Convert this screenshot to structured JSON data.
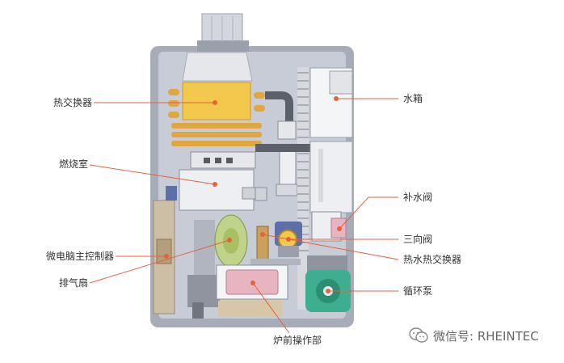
{
  "labels_left": {
    "heat_exchanger": "热交换器",
    "combustion_chamber": "燃烧室",
    "controller": "微电脑主控制器",
    "exhaust_fan": "排气扇"
  },
  "labels_right": {
    "water_tank": "水箱",
    "refill_valve": "补水阀",
    "three_way_valve": "三向阀",
    "hot_water_exchanger": "热水热交换器",
    "circulation_pump": "循环泵"
  },
  "labels_bottom": {
    "front_panel": "炉前操作部"
  },
  "watermark": "微信号: RHEINTEC",
  "colors": {
    "accent": "#e8603c",
    "casing": "#a7acb9",
    "exchanger": "#f2c94c",
    "pump": "#3fae8f",
    "panel": "#e8b4c2"
  }
}
